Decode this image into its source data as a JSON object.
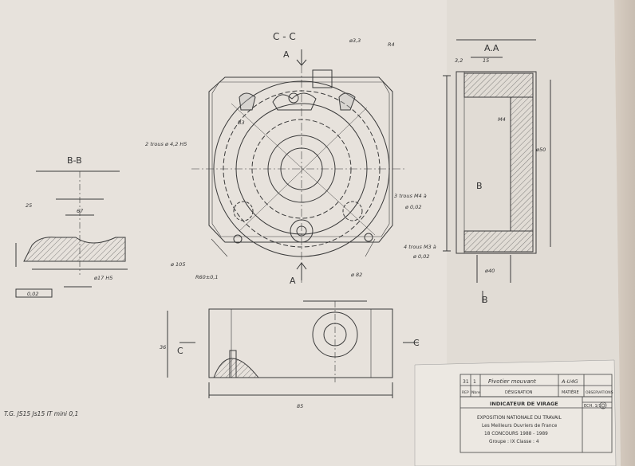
{
  "views": {
    "section_cc": "C - C",
    "section_bb": "B-B",
    "section_aa": "A.A",
    "cut_a_top": "A",
    "cut_a_bottom": "A",
    "cut_b_right": "B",
    "cut_b_bottom": "B",
    "cut_c_left": "C",
    "cut_c_right": "C"
  },
  "annotations": {
    "two_holes": "2 trous ø 4,2 H5",
    "three_holes": "3 trous M4 à",
    "four_holes": "4 trous M3 à",
    "tolerance_bb": "0,02",
    "tolerance_cc_a": "ø 0,02",
    "tolerance_cc_b": "ø 0,02",
    "dim_b3": "B3",
    "dim_phi82": "ø 82",
    "dim_phi105": "ø 105",
    "dim_r60": "R60±0,1",
    "dim_phi17": "ø17 H5",
    "dim_85": "85",
    "dim_36": "36",
    "dim_phi3": "ø3,3",
    "dim_r4": "R4",
    "dim_25": "25",
    "dim_15": "15",
    "dim_32": "3,2",
    "dim_67": "67",
    "dim_phi50": "ø50",
    "dim_phi40": "ø40",
    "dim_m4": "M4"
  },
  "general_note": "T.G.  JS15 Js15 IT mini 0,1",
  "title_block": {
    "row_rep": "31",
    "row_qty": "1",
    "row_designation": "Pivotier mouvant",
    "row_material": "A-U4G",
    "col_rep": "REP",
    "col_nbre": "Nbre",
    "col_designation": "DÉSIGNATION",
    "col_material": "MATIÈRE",
    "col_observations": "OBSERVATIONS",
    "title": "INDICATEUR DE VIRAGE",
    "scale": "ECH. 1/1",
    "exposition_lines": [
      "EXPOSITION NATIONALE DU TRAVAIL",
      "Les Meilleurs Ouvriers de France",
      "18 CONCOURS   1988 - 1989",
      "Groupe : IX     Classe : 4"
    ]
  }
}
